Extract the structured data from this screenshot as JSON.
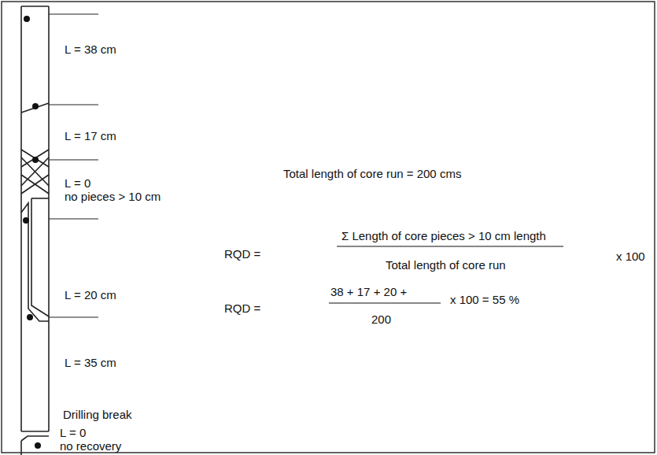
{
  "diagram": {
    "labels": [
      "L = 38 cm",
      "L = 17 cm",
      "L = 0",
      "no pieces > 10 cm",
      "L = 20 cm",
      "L = 35 cm",
      "Drilling break",
      "L = 0",
      "no recovery",
      "Total length of core run = 200 cms",
      "RQD =",
      "Σ Length of core pieces > 10 cm length",
      "Total length of core run",
      "x 100",
      "RQD =",
      "38 + 17 + 20 +",
      "200",
      "x 100  =  55 %"
    ]
  }
}
